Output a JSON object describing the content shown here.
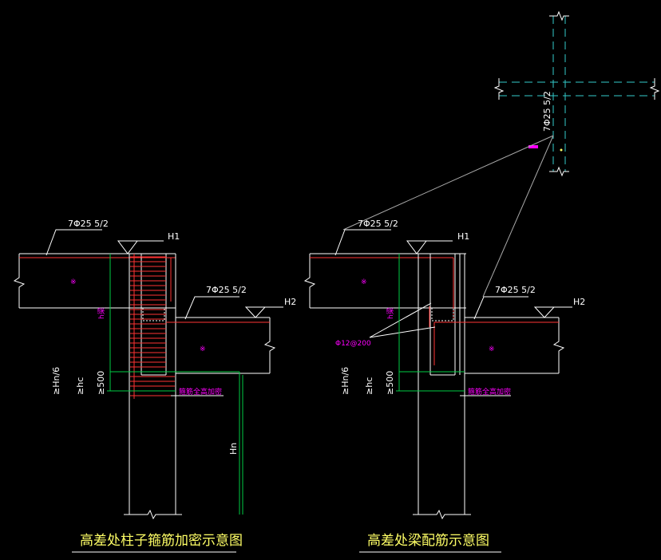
{
  "left_drawing": {
    "title": "高差处柱子箍筋加密示意图",
    "top_rebar_label": "7Φ25 5/2",
    "mid_rebar_label": "7Φ25 5/2",
    "elev_upper": "H1",
    "elev_lower": "H2",
    "dim_hn6": "≥Hn/6",
    "dim_hc": "≥hc",
    "dim_500": "≥500",
    "dim_hn": "Hn",
    "dim_side": "h梁",
    "note_dense": "箍筋全高加密"
  },
  "right_drawing": {
    "title": "高差处梁配筋示意图",
    "top_rebar_label": "7Φ25 5/2",
    "mid_rebar_label": "7Φ25 5/2",
    "elev_upper": "H1",
    "elev_lower": "H2",
    "dim_hn6": "≥Hn/6",
    "dim_hc": "≥hc",
    "dim_500": "≥500",
    "dim_side": "h梁",
    "stirrup_label": "Φ12@200",
    "note_dense": "箍筋全高加密"
  },
  "detail": {
    "rebar_label": "7Φ25 5/2"
  },
  "colors": {
    "background": "#000000",
    "lines": "#ffffff",
    "rebar": "#ff3333",
    "dimension": "#00cc44",
    "annotation": "#ff00ff",
    "detail_axis": "#33cccc",
    "title": "#ffff66"
  }
}
